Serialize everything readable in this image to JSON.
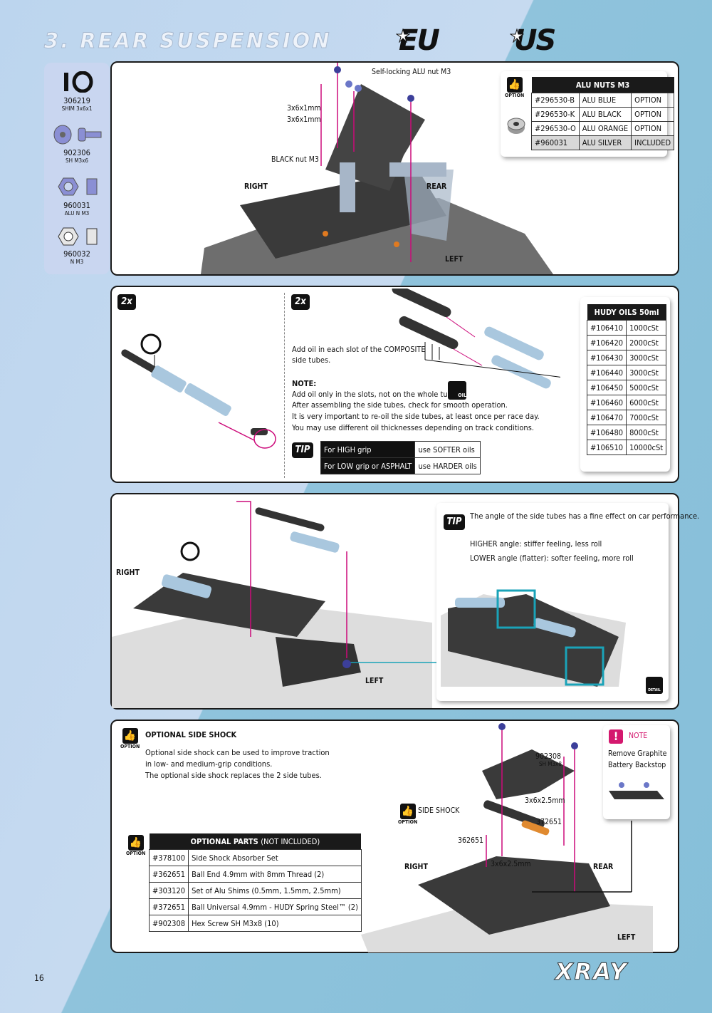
{
  "header": {
    "title": "3. REAR SUSPENSION",
    "logo_eu": "EU",
    "logo_us": "US"
  },
  "parts": [
    {
      "code": "306219",
      "desc": "SHIM 3x6x1"
    },
    {
      "code": "902306",
      "desc": "SH M3x6"
    },
    {
      "code": "960031",
      "desc": "ALU N M3"
    },
    {
      "code": "960032",
      "desc": "N M3"
    }
  ],
  "step1": {
    "labels": {
      "nut": "Self-locking ALU nut M3",
      "shim1": "3x6x1mm",
      "shim2": "3x6x1mm",
      "black_nut": "BLACK nut M3",
      "right": "RIGHT",
      "rear": "REAR",
      "left": "LEFT"
    },
    "option_label": "OPTION",
    "alu_table": {
      "title": "ALU NUTS M3",
      "rows": [
        [
          "#296530-B",
          "ALU BLUE",
          "OPTION"
        ],
        [
          "#296530-K",
          "ALU BLACK",
          "OPTION"
        ],
        [
          "#296530-O",
          "ALU ORANGE",
          "OPTION"
        ],
        [
          "#960031",
          "ALU SILVER",
          "INCLUDED"
        ]
      ]
    }
  },
  "step2": {
    "badge_left": "2x",
    "badge_right": "2x",
    "instr": [
      "Add oil in each slot of the COMPOSITE",
      "side tubes."
    ],
    "note_title": "NOTE:",
    "note_lines": [
      "Add oil only in the slots, not on the whole tube.",
      "After assembling the side tubes, check for smooth operation.",
      "It is very important to re-oil the side tubes, at least once per race day.",
      "You may use different oil thicknesses depending on track conditions."
    ],
    "oil_icon": "OIL",
    "tip_badge": "TIP",
    "tip_rows": [
      [
        "For HIGH grip",
        "use SOFTER oils"
      ],
      [
        "For LOW grip or ASPHALT",
        "use HARDER oils"
      ]
    ],
    "oils_table": {
      "title": "HUDY OILS 50ml",
      "rows": [
        [
          "#106410",
          "1000cSt"
        ],
        [
          "#106420",
          "2000cSt"
        ],
        [
          "#106430",
          "3000cSt"
        ],
        [
          "#106440",
          "3000cSt"
        ],
        [
          "#106450",
          "5000cSt"
        ],
        [
          "#106460",
          "6000cSt"
        ],
        [
          "#106470",
          "7000cSt"
        ],
        [
          "#106480",
          "8000cSt"
        ],
        [
          "#106510",
          "10000cSt"
        ]
      ]
    }
  },
  "step3": {
    "right": "RIGHT",
    "left": "LEFT",
    "tip_badge": "TIP",
    "tip_text": "The angle of the side tubes has a fine effect on car performance.",
    "higher": "HIGHER angle: stiffer feeling, less roll",
    "lower": "LOWER angle (flatter): softer feeling, more roll",
    "detail": "DETAIL"
  },
  "step4": {
    "title": "OPTIONAL SIDE SHOCK",
    "option_label": "OPTION",
    "desc": [
      "Optional side shock can be used to improve traction",
      "in low- and medium-grip conditions.",
      "The optional side shock replaces the 2 side tubes."
    ],
    "labels": {
      "screw": "902308",
      "screw_sub": "SH M3x8",
      "shim_a": "3x6x2.5mm",
      "ball": "372651",
      "side_shock": "SIDE SHOCK",
      "ballend": "362651",
      "shim_b": "3x6x2.5mm",
      "right": "RIGHT",
      "rear": "REAR",
      "left": "LEFT"
    },
    "note": {
      "title": "NOTE",
      "lines": [
        "Remove Graphite",
        "Battery Backstop"
      ]
    },
    "parts_table": {
      "title": "OPTIONAL PARTS",
      "title_sub": "(NOT INCLUDED)",
      "rows": [
        [
          "#378100",
          "Side Shock Absorber Set"
        ],
        [
          "#362651",
          "Ball End 4.9mm with 8mm Thread (2)"
        ],
        [
          "#303120",
          "Set of Alu Shims (0.5mm, 1.5mm, 2.5mm)"
        ],
        [
          "#372651",
          "Ball Universal 4.9mm - HUDY Spring Steel™ (2)"
        ],
        [
          "#902308",
          "Hex Screw SH M3x8 (10)"
        ]
      ]
    }
  },
  "footer": {
    "page": "16",
    "brand": "XRAY"
  }
}
